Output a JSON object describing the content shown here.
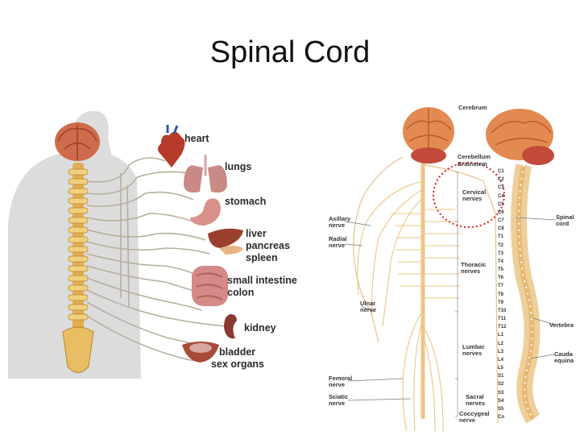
{
  "title": "Spinal Cord",
  "left_figure": {
    "organs": [
      "heart",
      "lungs",
      "stomach",
      "liver",
      "pancreas",
      "spleen",
      "small intestine",
      "colon",
      "kidney",
      "bladder",
      "sex organs"
    ]
  },
  "right_figure": {
    "labels": {
      "cerebrum": "Cerebrum",
      "cerebellum": "Cerebellum",
      "brainstem": "Brainstem",
      "cervical": [
        "Cervical",
        "nerves"
      ],
      "thoracic": [
        "Thoracic",
        "nerves"
      ],
      "lumbar": [
        "Lumbar",
        "nerves"
      ],
      "sacral": [
        "Sacral",
        "nerves"
      ],
      "coccygeal": [
        "Coccygeal",
        "nerve"
      ],
      "axillary": [
        "Axillary",
        "nerve"
      ],
      "radial": [
        "Radial",
        "nerve"
      ],
      "ulnar": [
        "Ulnar",
        "nerve"
      ],
      "femoral": [
        "Femoral",
        "nerve"
      ],
      "sciatic": [
        "Sciatic",
        "nerve"
      ],
      "spinal_cord": [
        "Spinal",
        "cord"
      ],
      "vertebra": "Vertebra",
      "cauda_equina": [
        "Cauda",
        "equina"
      ]
    },
    "vertebrae": [
      "C1",
      "C2",
      "C3",
      "C4",
      "C5",
      "C6",
      "C7",
      "C8",
      "T1",
      "T2",
      "T3",
      "T4",
      "T5",
      "T6",
      "T7",
      "T8",
      "T9",
      "T10",
      "T11",
      "T12",
      "L1",
      "L2",
      "L3",
      "L4",
      "L5",
      "S1",
      "S2",
      "S3",
      "S4",
      "S5",
      "Co"
    ]
  },
  "colors": {
    "body_silhouette": "#dcdcdc",
    "spine": "#e8c068",
    "brain": "#d2684a",
    "nerve": "#f2c98a",
    "highlight_circle": "#e02020"
  }
}
